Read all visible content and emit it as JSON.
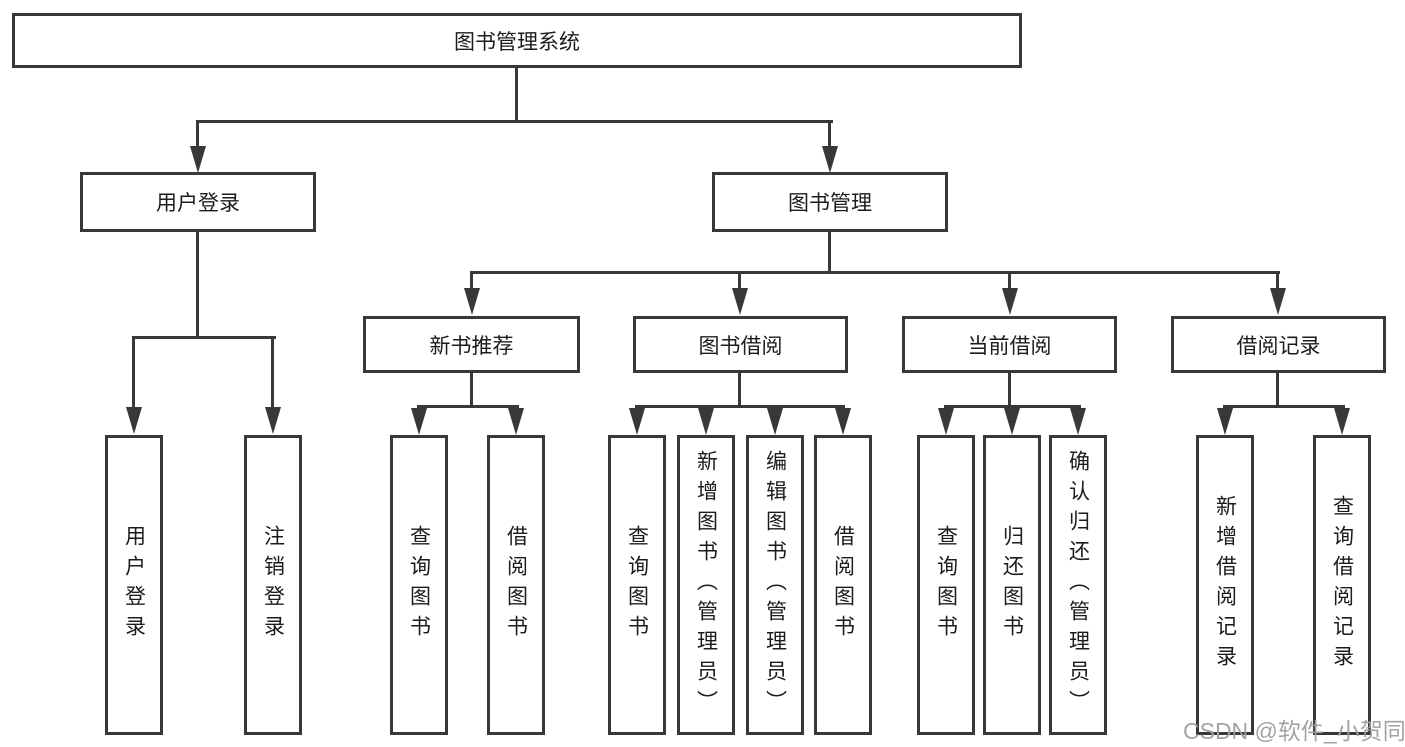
{
  "nodes": {
    "root": "图书管理系统",
    "user_login": "用户登录",
    "book_mgmt": "图书管理",
    "new_book_rec": "新书推荐",
    "book_borrow": "图书借阅",
    "current_borrow": "当前借阅",
    "borrow_records": "借阅记录",
    "ul_user_login": "用户登录",
    "ul_logout": "注销登录",
    "nb_query_book": "查询图书",
    "nb_borrow_book": "借阅图书",
    "bb_query_book": "查询图书",
    "bb_add_book": "新增图书（管理员）",
    "bb_edit_book": "编辑图书（管理员）",
    "bb_borrow_book": "借阅图书",
    "cb_query_book": "查询图书",
    "cb_return_book": "归还图书",
    "cb_confirm_return": "确认归还（管理员）",
    "br_add_record": "新增借阅记录",
    "br_query_record": "查询借阅记录"
  },
  "watermark": "CSDN @软件_小贺同学",
  "colors": {
    "background": "#ffffff",
    "line": "#383838",
    "text": "#1c1c1c",
    "watermark": "#9e9e9e"
  }
}
